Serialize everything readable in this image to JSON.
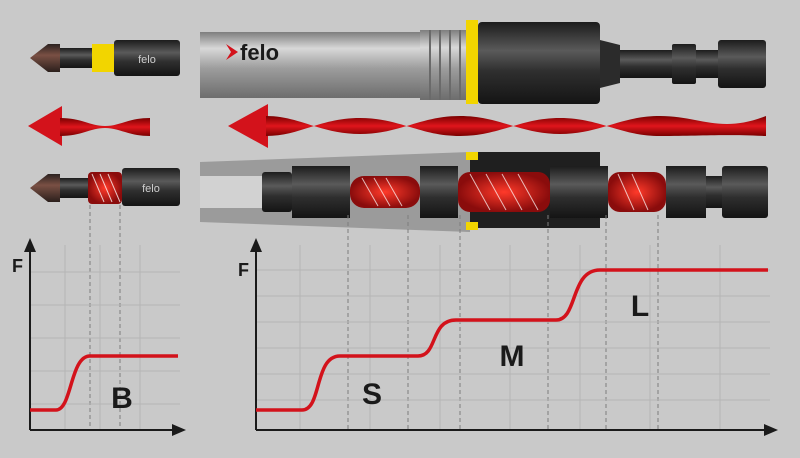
{
  "brand": {
    "logo_text": "felo",
    "bit_label_top": "felo",
    "bit_label_bottom": "felo"
  },
  "charts": {
    "small": {
      "y_axis_label": "F",
      "zone_label": "B"
    },
    "large": {
      "y_axis_label": "F",
      "zone_labels": [
        "S",
        "M",
        "L"
      ]
    }
  },
  "colors": {
    "background": "#c9c9c9",
    "grid": "#b3b3b3",
    "curve_red": "#d3121b",
    "accent_yellow": "#f2d500",
    "bit_dark": "#2b2b2b",
    "handle_silver": "#a8a8a8"
  },
  "icons": {
    "top_arrow_left": "twist-arrow-left-icon",
    "top_arrow_right": "twist-arrow-long-left-icon",
    "logo_mark": "felo-arrow-logo-icon"
  }
}
